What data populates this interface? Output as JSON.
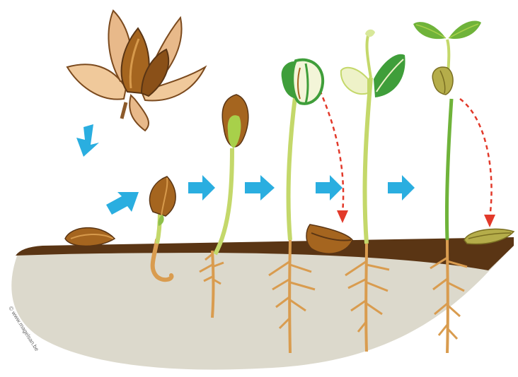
{
  "credit": "© www.magelsan.be",
  "colors": {
    "soil_surface": "#5a3514",
    "soil_body": "#dcd9cc",
    "arrow_blue": "#2aaee0",
    "arrow_red": "#e2392a",
    "seed_brown": "#a5651f",
    "stem_green": "#c4d86a",
    "leaf_green": "#3f9e3a",
    "root_tan": "#d99c4f"
  },
  "stages": [
    {
      "name": "beechnut-husk"
    },
    {
      "name": "seed-on-soil"
    },
    {
      "name": "radicle-emerges"
    },
    {
      "name": "hypocotyl-grows"
    },
    {
      "name": "cotyledons-rise"
    },
    {
      "name": "cotyledons-open"
    },
    {
      "name": "first-true-leaves"
    }
  ]
}
